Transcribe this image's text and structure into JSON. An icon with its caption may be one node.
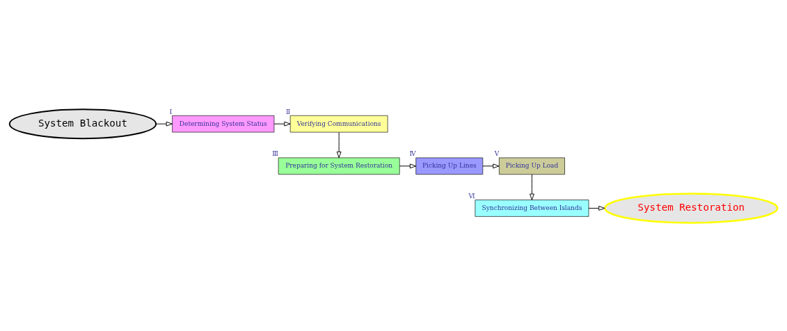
{
  "diagram": {
    "nodes": [
      {
        "text": [
          "System Blackout"
        ]
      },
      {
        "text": [
          "Determining System Status"
        ],
        "beside": [
          "Ⅰ"
        ]
      },
      {
        "text": [
          "Verifying Communications"
        ],
        "beside": [
          "Ⅱ"
        ]
      },
      {
        "text": [
          "Preparing for System Restoration"
        ],
        "beside": [
          "Ⅲ"
        ]
      },
      {
        "text": [
          "Picking Up Lines"
        ],
        "beside": [
          "Ⅳ"
        ]
      },
      {
        "text": [
          "Picking Up Load"
        ],
        "beside": [
          "Ⅴ"
        ]
      },
      {
        "text": [
          "Synchronizing Between Islands"
        ],
        "beside": [
          "Ⅵ"
        ]
      },
      {
        "text": [
          "System Restoration"
        ]
      }
    ],
    "edges": [
      {
        "from": 0,
        "to": 1,
        "arrow": "to"
      },
      {
        "from": 1,
        "to": 2,
        "arrow": "to"
      },
      {
        "from": 2,
        "to": 3,
        "arrow": "to"
      },
      {
        "from": 3,
        "to": 4,
        "arrow": "to"
      },
      {
        "from": 4,
        "to": 5,
        "arrow": "to"
      },
      {
        "from": 5,
        "to": 6,
        "arrow": "to"
      },
      {
        "from": 6,
        "to": 7,
        "arrow": "to"
      }
    ]
  }
}
